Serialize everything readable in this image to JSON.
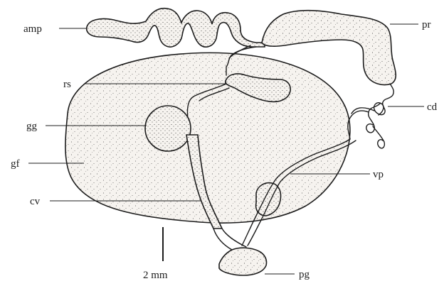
{
  "labels": {
    "amp": "amp",
    "pr": "pr",
    "rs": "rs",
    "cd": "cd",
    "gg": "gg",
    "gf": "gf",
    "vp": "vp",
    "cv": "cv",
    "pg": "pg"
  },
  "scale_bar": {
    "label": "2 mm"
  },
  "colors": {
    "ink": "#1c1c1c",
    "tissue": "#f6f3ef",
    "background": "#ffffff"
  }
}
